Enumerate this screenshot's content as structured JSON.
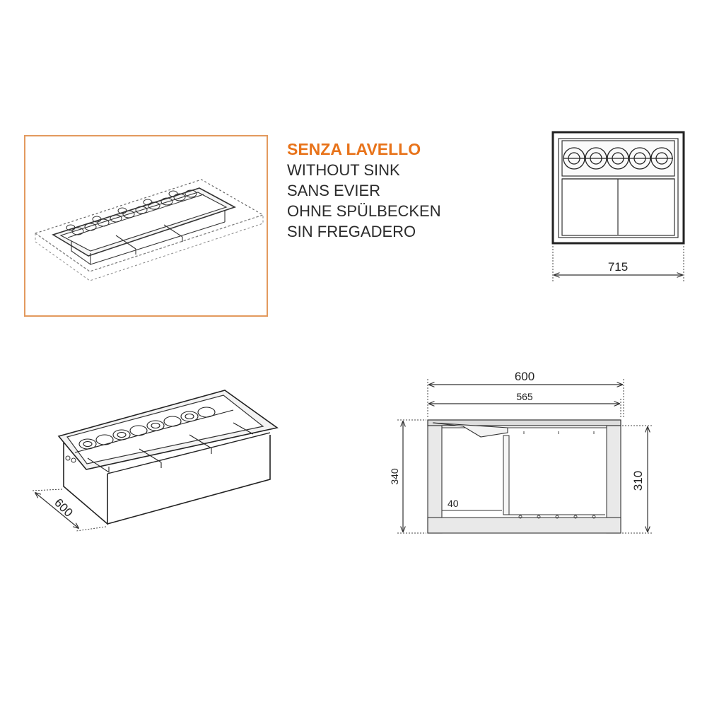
{
  "legend": {
    "title": "SENZA LAVELLO",
    "lines": [
      "WITHOUT SINK",
      "SANS EVIER",
      "OHNE SPÜLBECKEN",
      "SIN FREGADERO"
    ]
  },
  "dimensions": {
    "front_width": "715",
    "iso_depth": "600",
    "section_overall": "600",
    "section_inner": "565",
    "section_height_outer": "340",
    "section_height_inner": "310",
    "section_offset": "40"
  },
  "colors": {
    "accent": "#e8731a",
    "line": "#333333",
    "frame": "#e39a5e"
  }
}
